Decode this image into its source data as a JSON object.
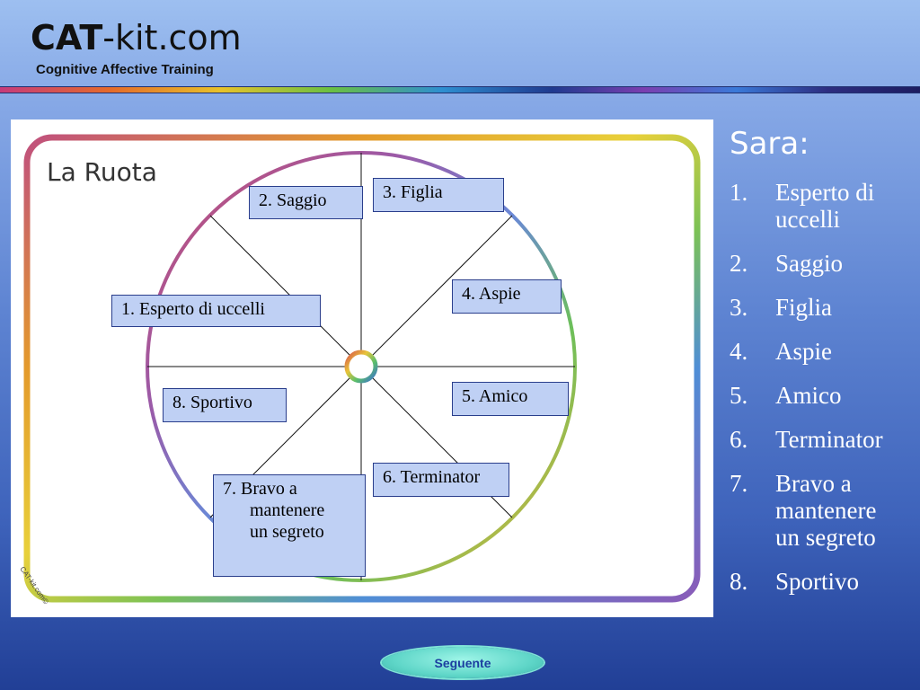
{
  "logo": {
    "brand_cat": "CAT",
    "brand_rest": "-kit.com",
    "tagline": "Cognitive Affective Training"
  },
  "slide": {
    "image_title": "La Ruota",
    "watermark": "CAT-kit.com©",
    "wheel_labels": [
      "1. Esperto di uccelli",
      "2. Saggio",
      "3. Figlia",
      "4. Aspie",
      "5. Amico",
      "6. Terminator",
      "7. Bravo a",
      "mantenere",
      "un segreto",
      "8. Sportivo"
    ]
  },
  "panel": {
    "title": "Sara:",
    "items": [
      {
        "num": "1.",
        "text_lines": [
          "Esperto di",
          "uccelli"
        ]
      },
      {
        "num": "2.",
        "text_lines": [
          "Saggio"
        ]
      },
      {
        "num": "3.",
        "text_lines": [
          "Figlia"
        ]
      },
      {
        "num": "4.",
        "text_lines": [
          "Aspie"
        ]
      },
      {
        "num": "5.",
        "text_lines": [
          "Amico"
        ]
      },
      {
        "num": "6.",
        "text_lines": [
          "Terminator"
        ]
      },
      {
        "num": "7.",
        "text_lines": [
          "Bravo a",
          "mantenere",
          "un segreto"
        ]
      },
      {
        "num": "8.",
        "text_lines": [
          "Sportivo"
        ]
      }
    ]
  },
  "navigation": {
    "next_label": "Seguente"
  },
  "colors": {
    "label_fill": "#bfd0f4",
    "label_border": "#2a3e8c",
    "next_button": "#5fd6c8"
  }
}
